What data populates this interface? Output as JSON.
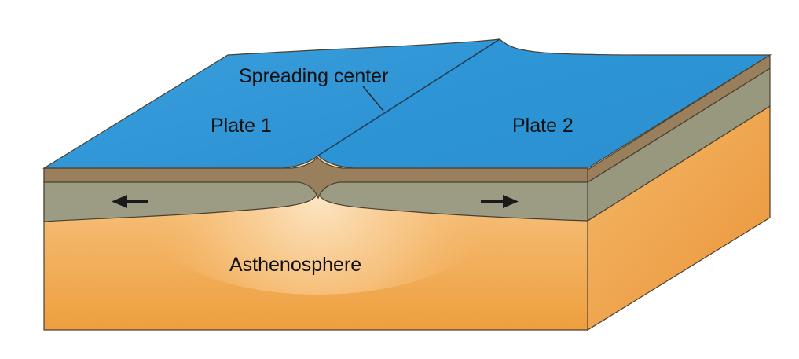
{
  "labels": {
    "spreading_center": "Spreading center",
    "plate_1": "Plate 1",
    "plate_2": "Plate 2",
    "asthenosphere": "Asthenosphere"
  },
  "motion": {
    "plate_1_direction": "left",
    "plate_2_direction": "right"
  },
  "colors": {
    "ocean": "#2d97d6",
    "crust": "#9a7f5c",
    "lithosphere": "#9c9b84",
    "asthenosphere": "#f0ab52",
    "arrow": "#1a1a1a"
  }
}
